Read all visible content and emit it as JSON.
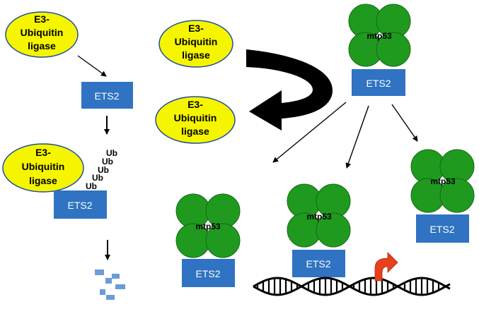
{
  "labels": {
    "e3_line1": "E3-",
    "e3_line2": "Ubiquitin",
    "e3_line3": "ligase",
    "ets2": "ETS2",
    "mtp53": "mtp53",
    "ub": "Ub"
  },
  "colors": {
    "ellipse_fill": "#f5f500",
    "ellipse_stroke": "#1f4e9a",
    "box_fill": "#2f73c2",
    "circle_fill": "#1f9a1f",
    "circle_stroke": "#136b13",
    "arrow": "#000000",
    "dna": "#000000",
    "tss_arrow": "#e8401c",
    "fragment_fill": "#6b9bd8"
  }
}
